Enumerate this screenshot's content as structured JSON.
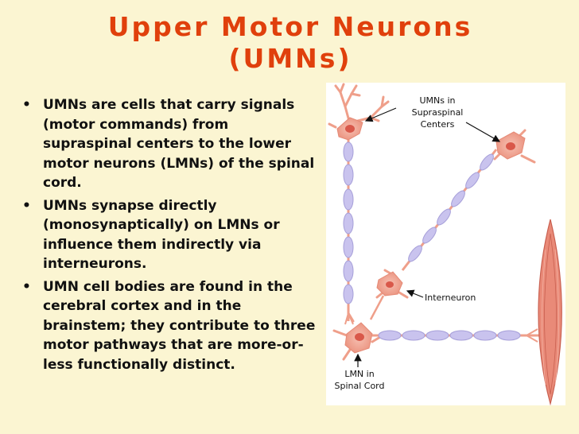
{
  "title_line1": "Upper Motor Neurons",
  "title_line2": "(UMNs)",
  "bullets": [
    "UMNs are cells that carry signals (motor commands) from supraspinal centers to the lower motor neurons (LMNs) of the spinal cord.",
    "UMNs synapse directly (monosynaptically) on LMNs or influence them indirectly via interneurons.",
    "UMN cell bodies are found in the cerebral cortex and in the brainstem; they contribute to three motor pathways that are more-or-less functionally distinct."
  ],
  "figure": {
    "label_umn": [
      "UMNs in",
      "Supraspinal",
      "Centers"
    ],
    "label_interneuron": "Interneuron",
    "label_lmn": [
      "LMN in",
      "Spinal Cord"
    ]
  },
  "colors": {
    "title": "#e0400c",
    "background": "#fbf5d2",
    "myelin": "#c9c3ee",
    "cell_body": "#f0a592",
    "nucleus": "#d9584a"
  }
}
